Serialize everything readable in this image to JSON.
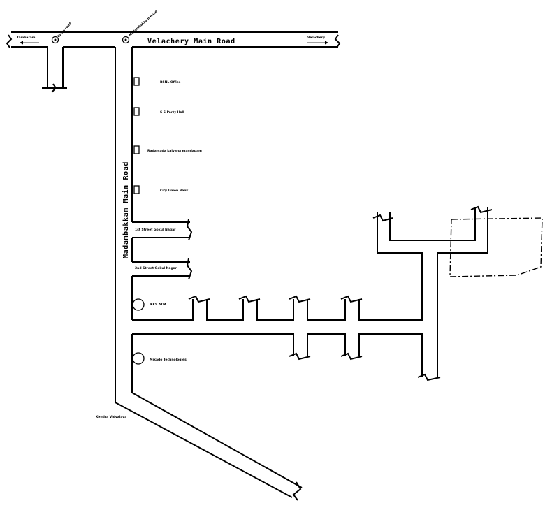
{
  "roads": {
    "main_horizontal": "Velachery Main Road",
    "main_vertical": "Madambakkam Main Road",
    "left_end": "Tambaram",
    "right_end": "Velachery"
  },
  "circles": {
    "left": "Camp road",
    "center": "Madambakkam Road"
  },
  "landmarks": {
    "bsnl": "BSNL Office",
    "party_hall": "S S Party Hall",
    "kalyana": "Radamada kalyana mandapam",
    "bank": "City Union Bank",
    "street1": "1st Street Gokul Nagar",
    "street2": "2nd Street Gokul Nagar",
    "atm": "KKS ATM",
    "tech": "Mikado Technologies",
    "school": "Kendra Vidyalaya"
  }
}
